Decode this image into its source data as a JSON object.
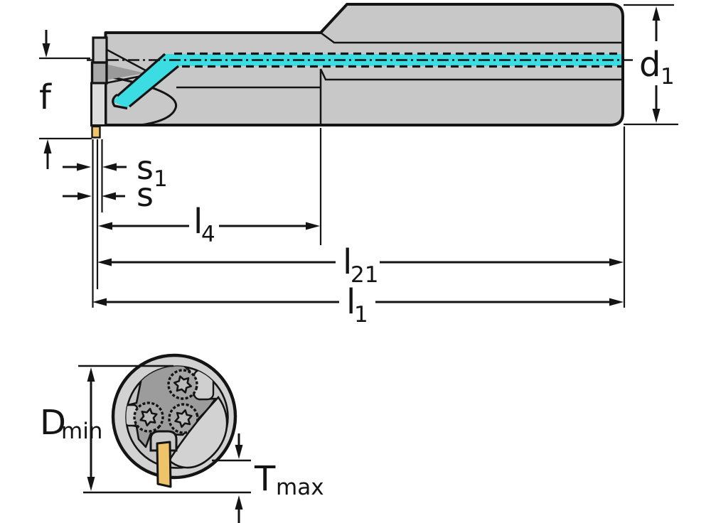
{
  "drawing": {
    "kind": "tool-dimension-drawing",
    "colors": {
      "coolant_channel": "#3BDDE3",
      "insert_yellow": "#EDC469",
      "body_gray": "#C8C8C8",
      "blade_gray": "#DCDCDC",
      "block_gray": "#A9A9A9",
      "face_gray": "#9C9C9C",
      "outline": "#141414"
    },
    "side_view": {
      "labels": {
        "f": {
          "base": "f",
          "sub": ""
        },
        "d1": {
          "base": "d",
          "sub": "1"
        },
        "s1": {
          "base": "s",
          "sub": "1"
        },
        "s": {
          "base": "s",
          "sub": ""
        },
        "l4": {
          "base": "l",
          "sub": "4"
        },
        "l21": {
          "base": "l",
          "sub": "21"
        },
        "l1": {
          "base": "l",
          "sub": "1"
        }
      }
    },
    "end_view": {
      "labels": {
        "dmin": {
          "base": "D",
          "sub": "min"
        },
        "tmax": {
          "base": "T",
          "sub": "max"
        }
      }
    }
  }
}
